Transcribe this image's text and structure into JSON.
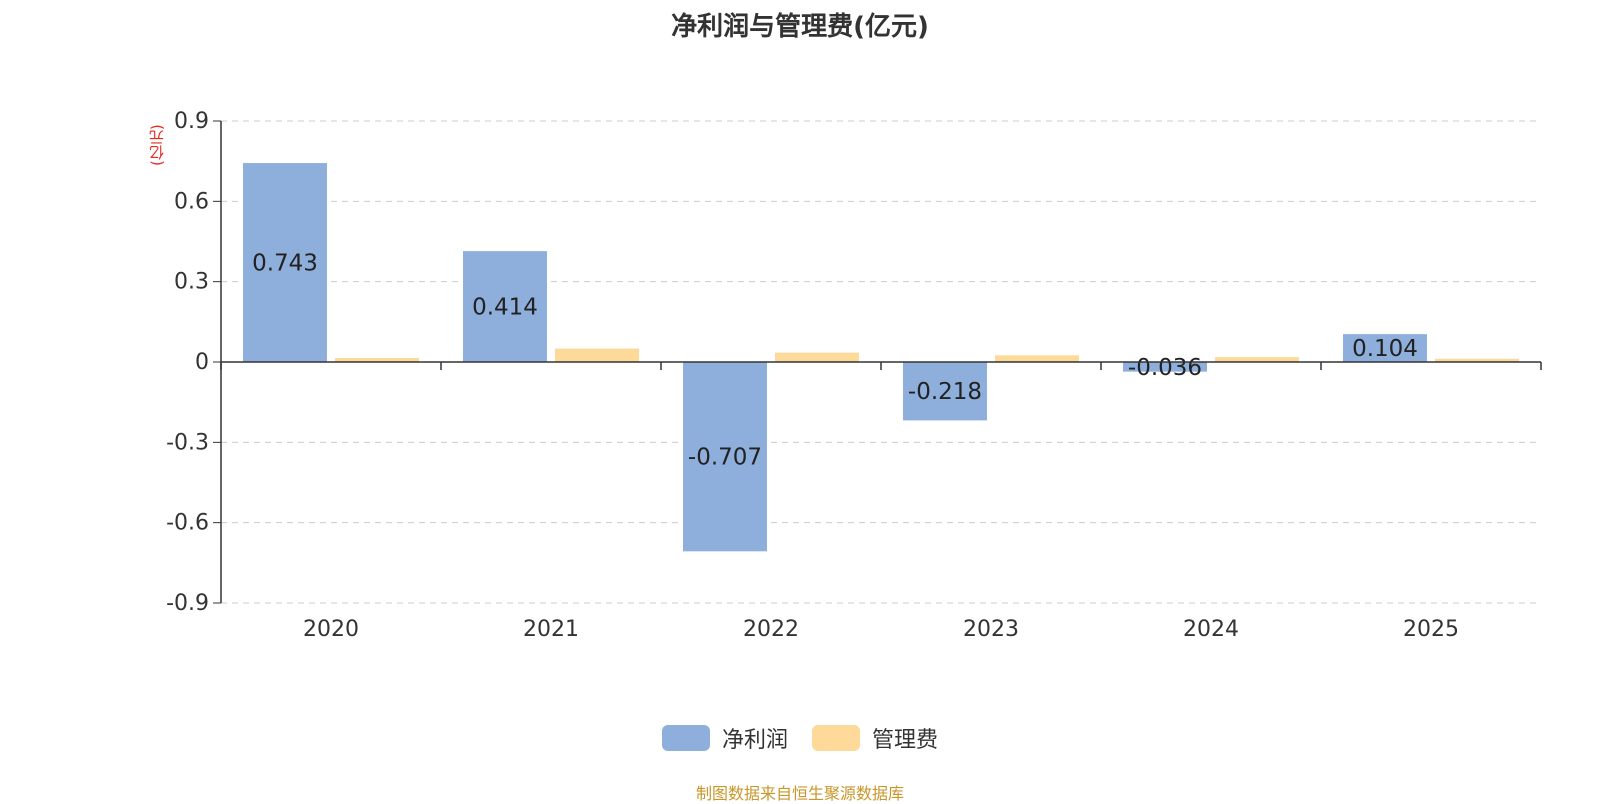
{
  "chart_data": {
    "type": "bar",
    "title": "净利润与管理费(亿元)",
    "ylabel": "(亿元)",
    "categories": [
      "2020",
      "2021",
      "2022",
      "2023",
      "2024",
      "2025"
    ],
    "ylim": [
      -0.9,
      0.9
    ],
    "yticks": [
      0.9,
      0.6,
      0.3,
      0,
      -0.3,
      -0.6,
      -0.9
    ],
    "ytick_labels": [
      "0.9",
      "0.6",
      "0.3",
      "0",
      "-0.3",
      "-0.6",
      "-0.9"
    ],
    "grid": true,
    "legend_position": "bottom",
    "series": [
      {
        "name": "净利润",
        "color": "#8eaedc",
        "values": [
          0.743,
          0.414,
          -0.707,
          -0.218,
          -0.036,
          0.104
        ],
        "labels": [
          "0.743",
          "0.414",
          "-0.707",
          "-0.218",
          "-0.036",
          "0.104"
        ]
      },
      {
        "name": "管理费",
        "color": "#fdd99a",
        "values": [
          0.015,
          0.05,
          0.035,
          0.025,
          0.018,
          0.012
        ]
      }
    ]
  },
  "source_note": "制图数据来自恒生聚源数据库"
}
